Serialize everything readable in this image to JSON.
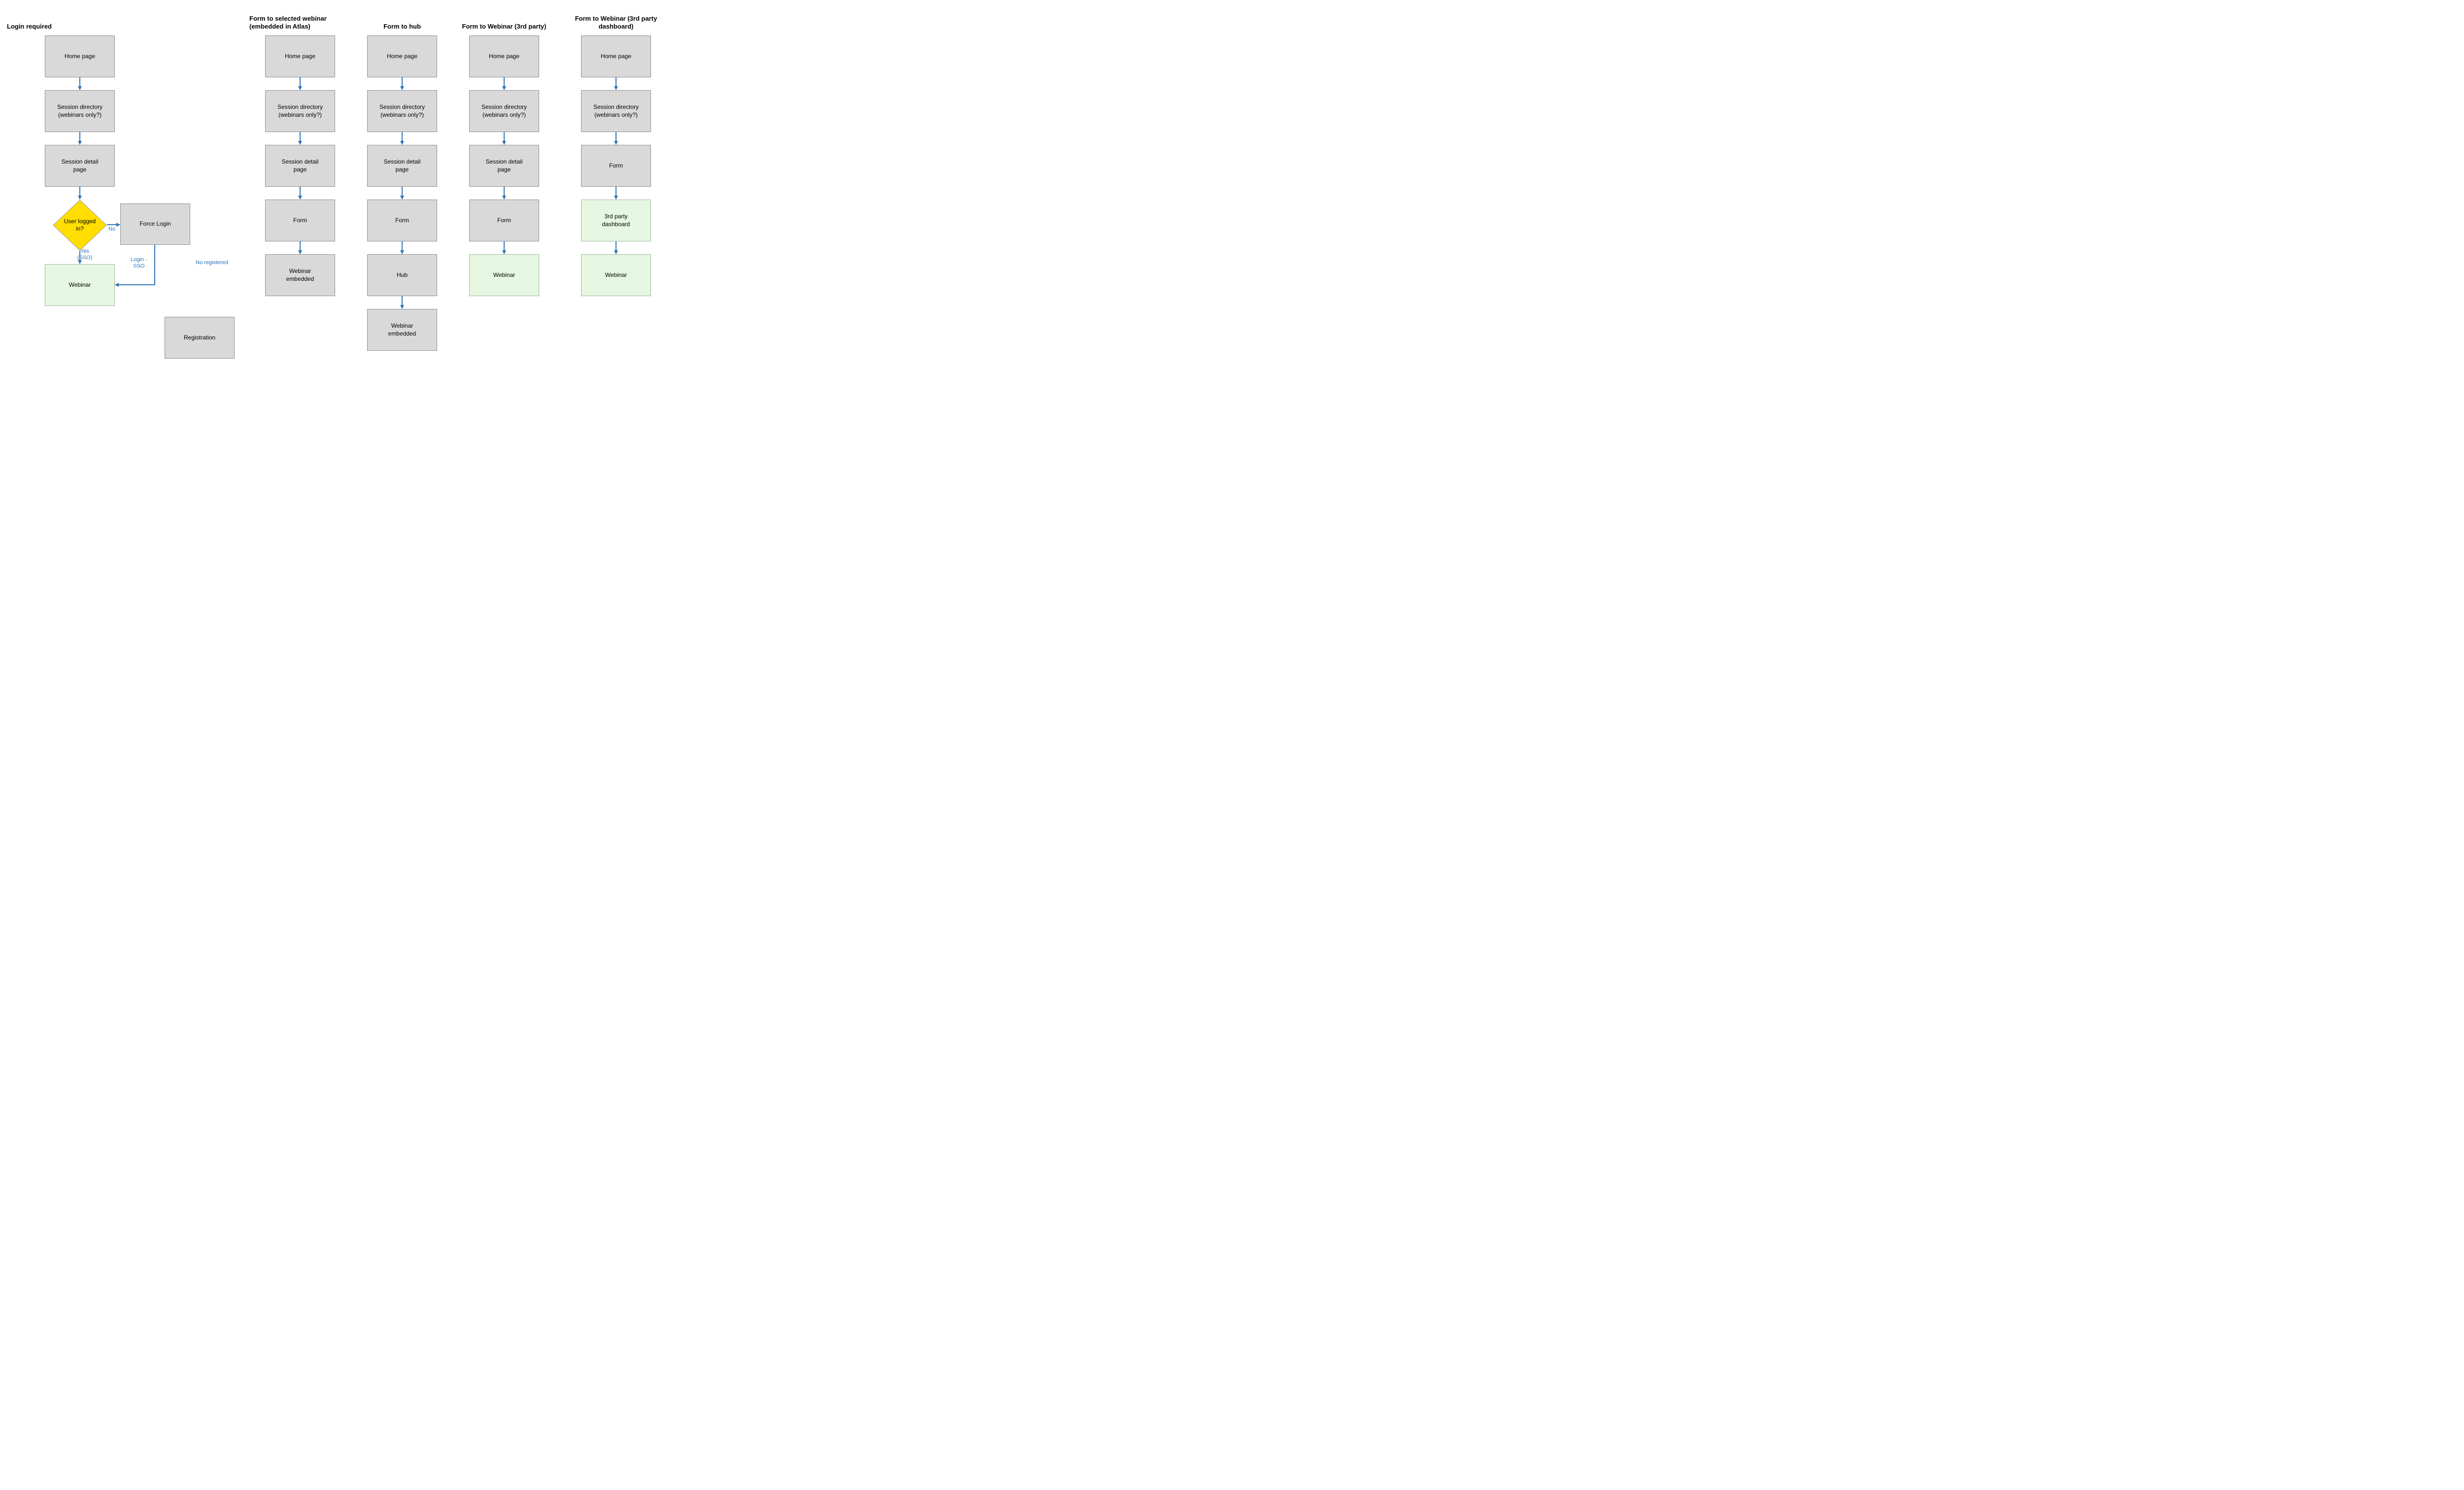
{
  "colors": {
    "box_gray": "#D9D9D9",
    "box_gray_border": "#8E8E8E",
    "box_green": "#E5F7E0",
    "box_green_border": "#A6B5A6",
    "diamond_yellow": "#FFDE00",
    "diamond_border": "#9E9E9E",
    "arrow_blue": "#2E75B6",
    "label_blue": "#2E75B6"
  },
  "flow": {
    "c1": {
      "title": "Login required",
      "home": "Home page",
      "directory": "Session directory\n(webinars only?)",
      "detail": "Session detail\npage",
      "decision": "User logged\nin?",
      "force_login": "Force Login",
      "webinar": "Webinar",
      "registration": "Registration",
      "label_no": "No",
      "label_yes": "Yes\n(SSO)",
      "label_login_sso": "Login -\nSSO",
      "label_no_registered": "No registered"
    },
    "c2": {
      "title": "Form to selected webinar\n(embedded in Atlas)",
      "home": "Home page",
      "directory": "Session directory\n(webinars only?)",
      "detail": "Session detail\npage",
      "form": "Form",
      "webinar_embedded": "Webinar\nembedded"
    },
    "c3": {
      "title": "Form to hub",
      "home": "Home page",
      "directory": "Session directory\n(webinars only?)",
      "detail": "Session detail\npage",
      "form": "Form",
      "hub": "Hub",
      "webinar_embedded": "Webinar\nembedded"
    },
    "c4": {
      "title": "Form to Webinar (3rd party)",
      "home": "Home page",
      "directory": "Session directory\n(webinars only?)",
      "detail": "Session detail\npage",
      "form": "Form",
      "webinar": "Webinar"
    },
    "c5": {
      "title": "Form to Webinar (3rd party\ndashboard)",
      "home": "Home page",
      "directory": "Session directory\n(webinars only?)",
      "form": "Form",
      "dashboard": "3rd party\ndashboard",
      "webinar": "Webinar"
    }
  }
}
